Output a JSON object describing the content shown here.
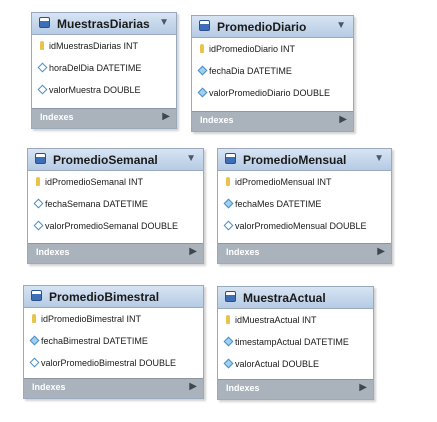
{
  "tables": [
    {
      "name": "MuestrasDiarias",
      "columns": [
        {
          "text": "idMuestrasDiarias INT",
          "icon": "key"
        },
        {
          "text": "horaDelDia DATETIME",
          "icon": "diamond-open"
        },
        {
          "text": "valorMuestra DOUBLE",
          "icon": "diamond-open"
        }
      ],
      "indexes_label": "Indexes"
    },
    {
      "name": "PromedioDiario",
      "columns": [
        {
          "text": "idPromedioDiario INT",
          "icon": "key"
        },
        {
          "text": "fechaDia DATETIME",
          "icon": "diamond-filled"
        },
        {
          "text": "valorPromedioDiario DOUBLE",
          "icon": "diamond-filled"
        }
      ],
      "indexes_label": "Indexes"
    },
    {
      "name": "PromedioSemanal",
      "columns": [
        {
          "text": "idPromedioSemanal INT",
          "icon": "key"
        },
        {
          "text": "fechaSemana DATETIME",
          "icon": "diamond-open"
        },
        {
          "text": "valorPromedioSemanal DOUBLE",
          "icon": "diamond-open"
        }
      ],
      "indexes_label": "Indexes"
    },
    {
      "name": "PromedioMensual",
      "columns": [
        {
          "text": "idPromedioMensual INT",
          "icon": "key"
        },
        {
          "text": "fechaMes DATETIME",
          "icon": "diamond-filled"
        },
        {
          "text": "valorPromedioMensual DOUBLE",
          "icon": "diamond-open"
        }
      ],
      "indexes_label": "Indexes"
    },
    {
      "name": "PromedioBimestral",
      "columns": [
        {
          "text": "idPromedioBimestral INT",
          "icon": "key"
        },
        {
          "text": "fechaBimestral DATETIME",
          "icon": "diamond-filled"
        },
        {
          "text": "valorPromedioBimestral DOUBLE",
          "icon": "diamond-open"
        }
      ],
      "indexes_label": "Indexes"
    },
    {
      "name": "MuestraActual",
      "columns": [
        {
          "text": "idMuestraActual INT",
          "icon": "key"
        },
        {
          "text": "timestampActual DATETIME",
          "icon": "diamond-filled"
        },
        {
          "text": "valorActual DOUBLE",
          "icon": "diamond-filled"
        }
      ],
      "indexes_label": "Indexes"
    }
  ]
}
